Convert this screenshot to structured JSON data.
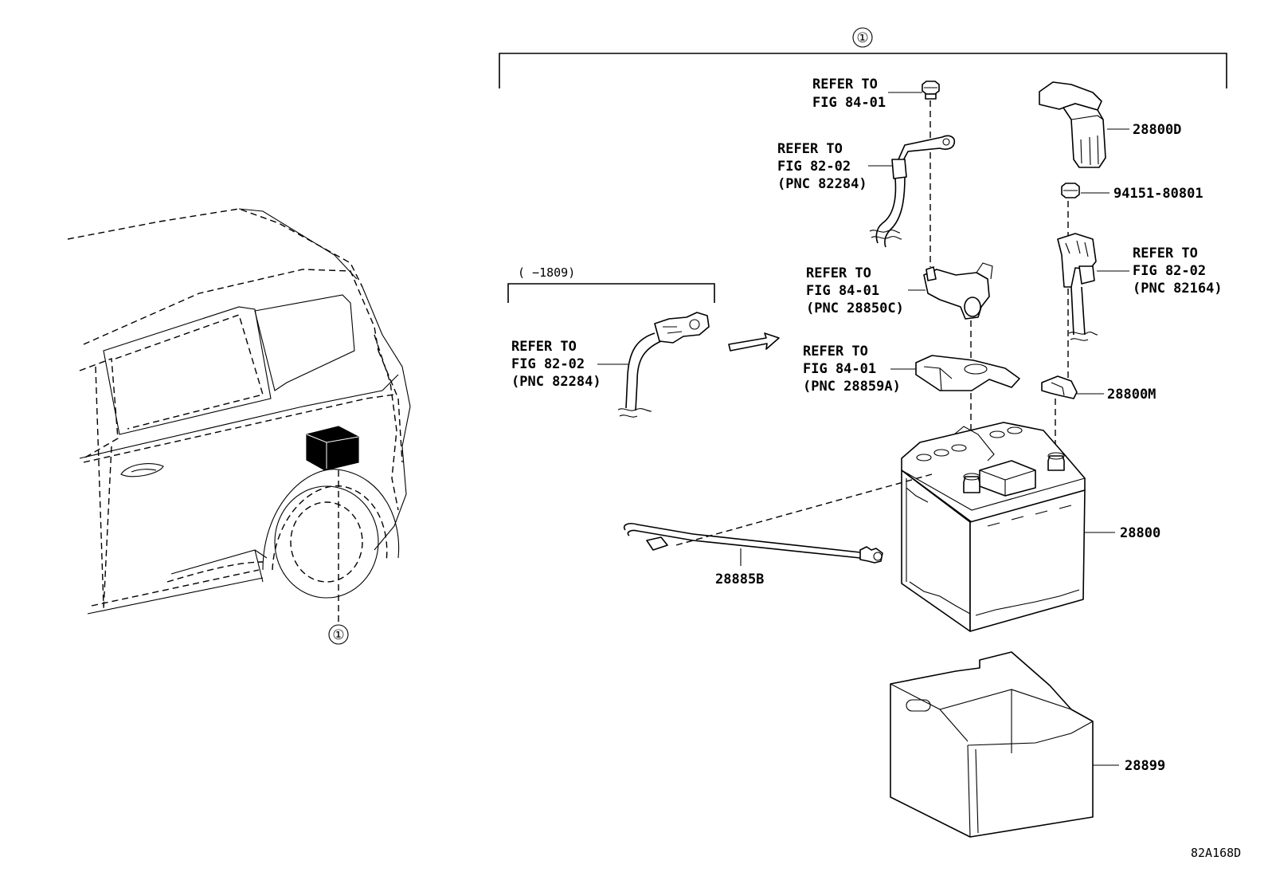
{
  "callouts": {
    "assembly_top": "①",
    "vehicle_location": "①"
  },
  "date_range": "(     −1809)",
  "labels": {
    "ground_bolt_ref": [
      "REFER TO",
      "FIG 84-01"
    ],
    "ground_cable_ref": [
      "REFER TO",
      "FIG 82-02",
      "(PNC 82284)"
    ],
    "terminal_ref": [
      "REFER TO",
      "FIG 84-01",
      "(PNC 28850C)"
    ],
    "sensor_bracket_ref": [
      "REFER TO",
      "FIG 84-01",
      "(PNC 28859A)"
    ],
    "old_cable_ref": [
      "REFER TO",
      "FIG 82-02",
      "(PNC 82284)"
    ],
    "positive_cable_ref": [
      "REFER TO",
      "FIG 82-02",
      "(PNC 82164)"
    ]
  },
  "part_numbers": {
    "terminal_cover": "28800D",
    "nut": "94151-80801",
    "clamp": "28800M",
    "battery": "28800",
    "vent_hose": "28885B",
    "insulator": "28899"
  },
  "figure_id": "82A168D"
}
